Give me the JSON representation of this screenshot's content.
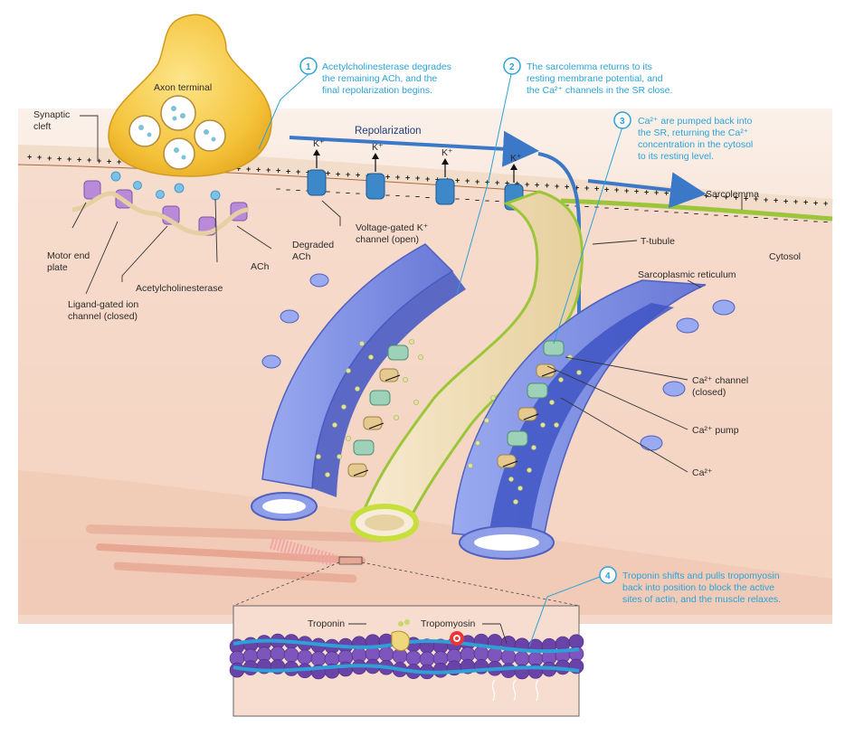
{
  "colors": {
    "background": "#f7e3d6",
    "tissue_light": "#f9ece3",
    "tissue_band": "#f4cdb8",
    "axon": "#f4c33a",
    "sr_blue": "#7b8fe0",
    "sr_inner": "#3f55c4",
    "t_tubule": "#f3e2b8",
    "t_tubule_rim": "#c7df3a",
    "sarcolemma_green": "#9cc63a",
    "arrow_blue": "#3b78c8",
    "step_blue": "#2aa3d8",
    "k_channel": "#3d88c9",
    "ach_receptor": "#b98ad8",
    "actin_purple": "#6a43a8",
    "tropomyosin": "#2f9fd6"
  },
  "labels": {
    "axon_terminal": "Axon terminal",
    "synaptic_cleft_1": "Synaptic",
    "synaptic_cleft_2": "cleft",
    "motor_end_plate_1": "Motor end",
    "motor_end_plate_2": "plate",
    "ligand_gated_1": "Ligand-gated ion",
    "ligand_gated_2": "channel (closed)",
    "acetylcholinesterase": "Acetylcholinesterase",
    "ach": "ACh",
    "degraded_ach_1": "Degraded",
    "degraded_ach_2": "ACh",
    "repolarization": "Repolarization",
    "k_ion": "K⁺",
    "voltage_gated_1": "Voltage-gated K⁺",
    "voltage_gated_2": "channel (open)",
    "sarcolemma": "Sarcolemma",
    "t_tubule": "T-tubule",
    "cytosol": "Cytosol",
    "sarcoplasmic_reticulum": "Sarcoplasmic reticulum",
    "ca_channel_1": "Ca²⁺ channel",
    "ca_channel_2": "(closed)",
    "ca_pump": "Ca²⁺ pump",
    "ca_ion": "Ca²⁺",
    "troponin": "Troponin",
    "tropomyosin": "Tropomyosin"
  },
  "steps": [
    {
      "number": "1",
      "lines": [
        "Acetylcholinesterase degrades",
        "the remaining ACh, and the",
        "final repolarization begins."
      ]
    },
    {
      "number": "2",
      "lines": [
        "The sarcolemma returns to its",
        "resting membrane potential, and",
        "the Ca²⁺ channels in the SR close."
      ]
    },
    {
      "number": "3",
      "lines": [
        "Ca²⁺ are pumped back into",
        "the SR, returning the Ca²⁺",
        "concentration in the cytosol",
        "to its resting level."
      ]
    },
    {
      "number": "4",
      "lines": [
        "Troponin shifts and pulls tropomyosin",
        "back into position to block the active",
        "sites of actin, and the muscle relaxes."
      ]
    }
  ]
}
